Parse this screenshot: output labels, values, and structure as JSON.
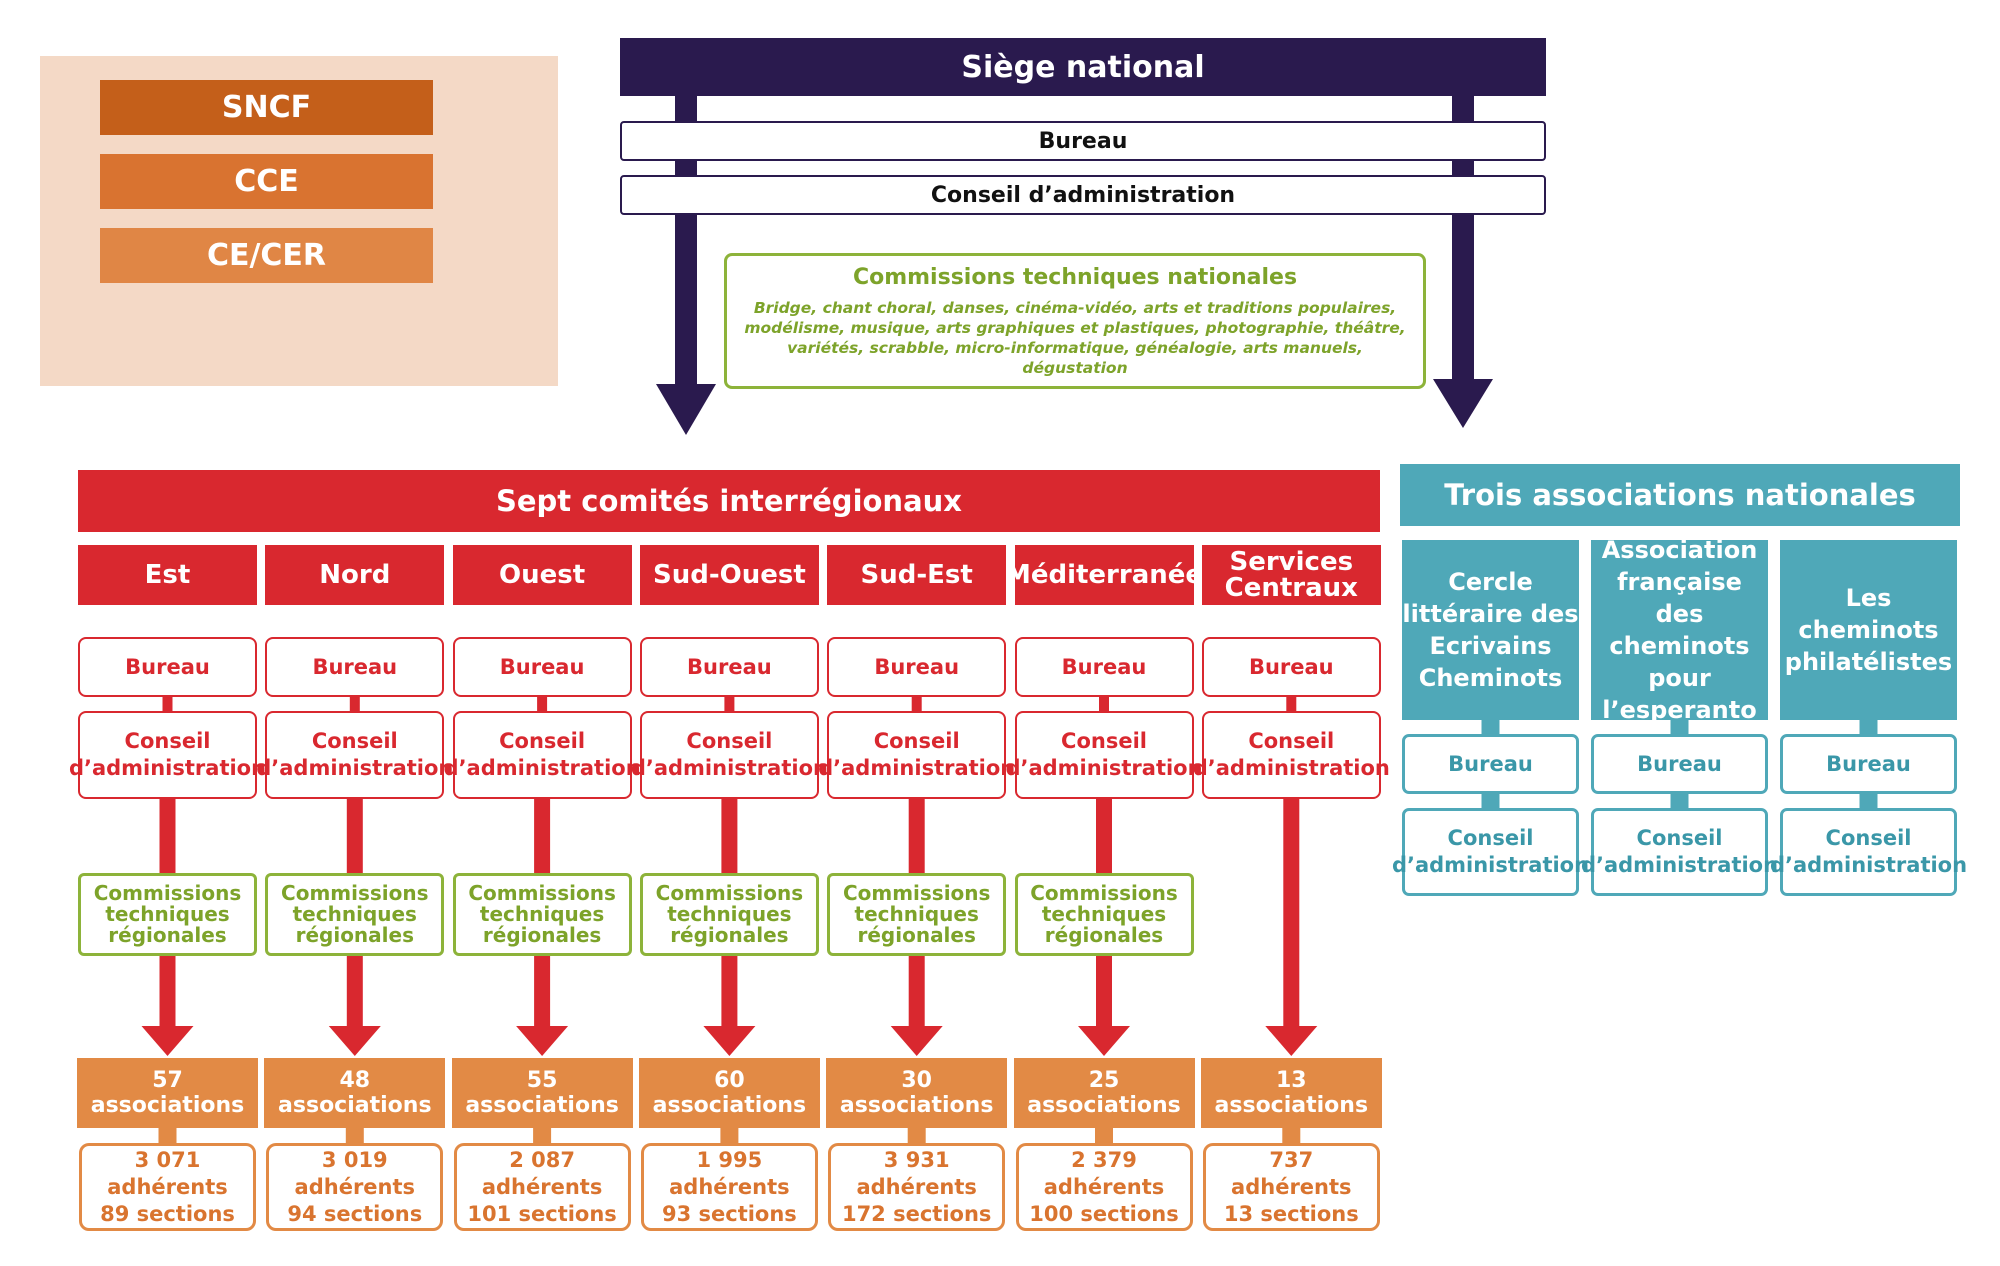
{
  "funding": {
    "sncf": "SNCF",
    "cce": "CCE",
    "cecer": "CE/CER"
  },
  "national": {
    "title": "Siège national",
    "bureau": "Bureau",
    "conseil": "Conseil d’administration",
    "commissions_title": "Commissions techniques nationales",
    "commissions_text": "Bridge, chant choral, danses,  cinéma-vidéo, arts et traditions populaires, modélisme, musique, arts graphiques et plastiques, photographie, théâtre, variétés, scrabble, micro-informatique,  généalogie, arts manuels, dégustation"
  },
  "regional": {
    "title": "Sept comités interrégionaux",
    "bureau": "Bureau",
    "conseil": "Conseil d’administration",
    "commissions": "Commissions techniques régionales",
    "committees": [
      {
        "name": "Est",
        "associations": "57 associations",
        "adherents": "3 071 adhérents",
        "sections": "89 sections"
      },
      {
        "name": "Nord",
        "associations": "48 associations",
        "adherents": "3 019 adhérents",
        "sections": "94 sections"
      },
      {
        "name": "Ouest",
        "associations": "55 associations",
        "adherents": "2 087 adhérents",
        "sections": "101 sections"
      },
      {
        "name": "Sud-Ouest",
        "associations": "60 associations",
        "adherents": "1 995 adhérents",
        "sections": "93 sections"
      },
      {
        "name": "Sud-Est",
        "associations": "30 associations",
        "adherents": "3 931 adhérents",
        "sections": "172 sections"
      },
      {
        "name": "Méditerranée",
        "associations": "25 associations",
        "adherents": "2 379 adhérents",
        "sections": "100 sections"
      },
      {
        "name": "Services Centraux",
        "associations": "13 associations",
        "adherents": "737 adhérents",
        "sections": "13 sections"
      }
    ]
  },
  "associations_nationales": {
    "title": "Trois associations nationales",
    "bureau": "Bureau",
    "conseil": "Conseil d’administration",
    "items": [
      {
        "name": "Cercle littéraire des Ecrivains Cheminots"
      },
      {
        "name": "Association française des cheminots pour l’esperanto"
      },
      {
        "name": "Les cheminots philatélistes"
      }
    ]
  },
  "colors": {
    "navy": "#2a1a4e",
    "red": "#d9282f",
    "green": "#8db33a",
    "orange": "#e28a45",
    "teal": "#4fa8b8",
    "peach": "#f4d9c6"
  }
}
